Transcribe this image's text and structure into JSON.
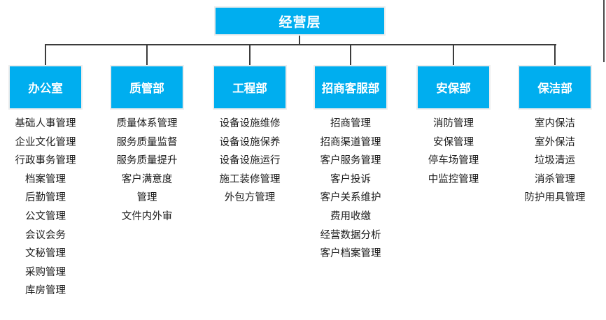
{
  "org_chart": {
    "root": {
      "label": "经营层"
    },
    "departments": [
      {
        "title": "办公室",
        "items": [
          "基础人事管理",
          "企业文化管理",
          "行政事务管理",
          "档案管理",
          "后勤管理",
          "公文管理",
          "会议会务",
          "文秘管理",
          "采购管理",
          "库房管理"
        ]
      },
      {
        "title": "质管部",
        "items": [
          "质量体系管理",
          "服务质量监督",
          "服务质量提升",
          "客户满意度",
          "管理",
          "文件内外审"
        ]
      },
      {
        "title": "工程部",
        "items": [
          "设备设施维修",
          "设备设施保养",
          "设备设施运行",
          "施工装修管理",
          "外包方管理"
        ]
      },
      {
        "title": "招商客服部",
        "items": [
          "招商管理",
          "招商渠道管理",
          "客户服务管理",
          "客户投诉",
          "客户关系维护",
          "费用收缴",
          "经营数据分析",
          "客户档案管理"
        ]
      },
      {
        "title": "安保部",
        "items": [
          "消防管理",
          "安保管理",
          "停车场管理",
          "中监控管理"
        ]
      },
      {
        "title": "保洁部",
        "items": [
          "室内保洁",
          "室外保洁",
          "垃圾清运",
          "消杀管理",
          "防护用具管理"
        ]
      }
    ],
    "colors": {
      "node_fill": "#00AEEF",
      "node_text": "#FFFFFF",
      "connector": "#3c3c3c",
      "item_text": "#1b1b1b",
      "background": "#FFFFFF"
    }
  }
}
